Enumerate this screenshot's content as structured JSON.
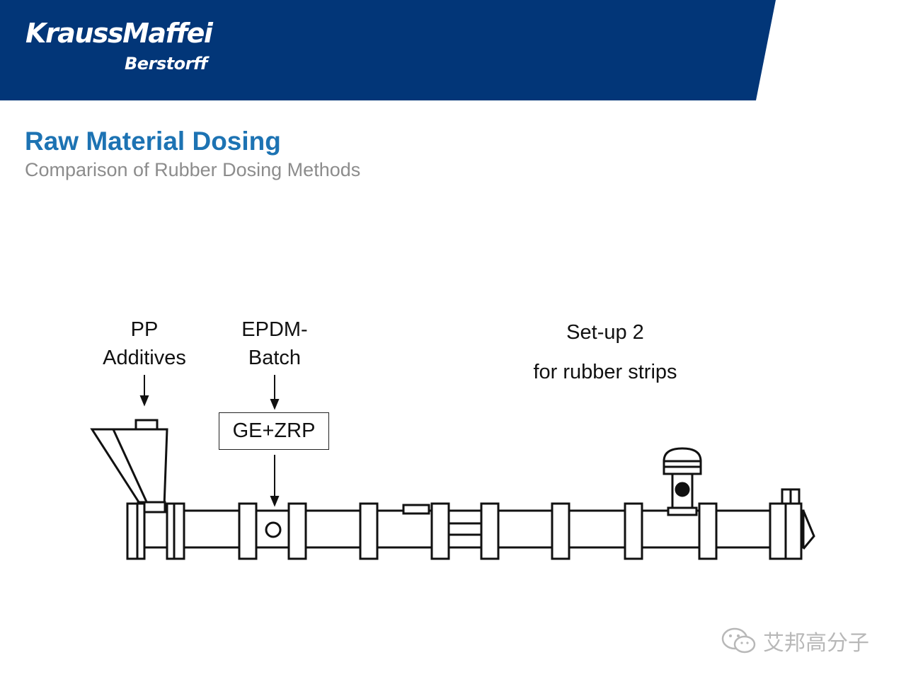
{
  "brand": {
    "name": "KraussMaffei",
    "division": "Berstorff",
    "band_color": "#023678"
  },
  "slide": {
    "title": "Raw Material Dosing",
    "subtitle": "Comparison of Rubber Dosing Methods"
  },
  "diagram": {
    "feed_1": {
      "line1": "PP",
      "line2": "Additives"
    },
    "feed_2": {
      "line1": "EPDM-",
      "line2": "Batch"
    },
    "feed_2_box": "GE+ZRP",
    "setup": {
      "line1": "Set-up 2",
      "line2": "for rubber strips"
    }
  },
  "watermark": {
    "text": "艾邦高分子",
    "icon": "wechat-icon"
  }
}
